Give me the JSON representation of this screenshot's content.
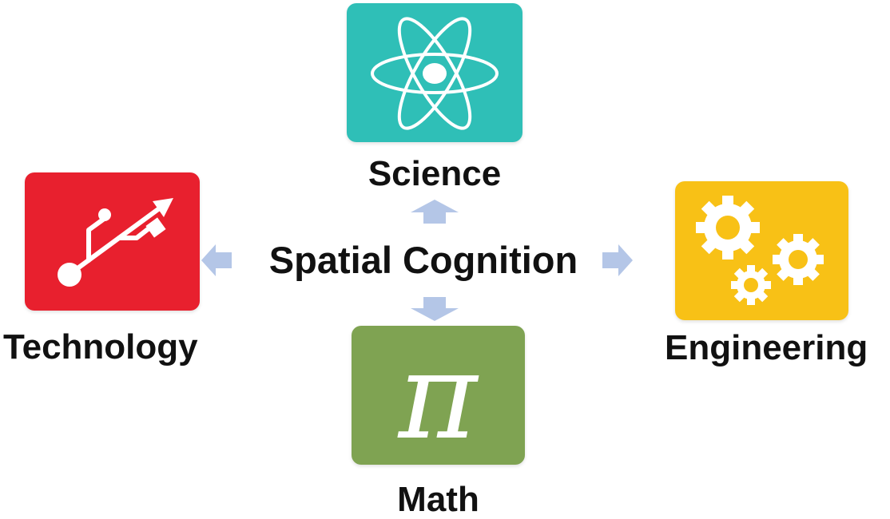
{
  "center": {
    "label": "Spatial Cognition"
  },
  "nodes": {
    "science": {
      "label": "Science",
      "color": "#2fbfb7",
      "icon": "atom-icon"
    },
    "technology": {
      "label": "Technology",
      "color": "#e8202e",
      "icon": "usb-icon"
    },
    "engineering": {
      "label": "Engineering",
      "color": "#f8c116",
      "icon": "gears-icon"
    },
    "math": {
      "label": "Math",
      "color": "#7fa352",
      "icon": "pi-icon"
    }
  },
  "arrow_color": "#b4c6e7"
}
